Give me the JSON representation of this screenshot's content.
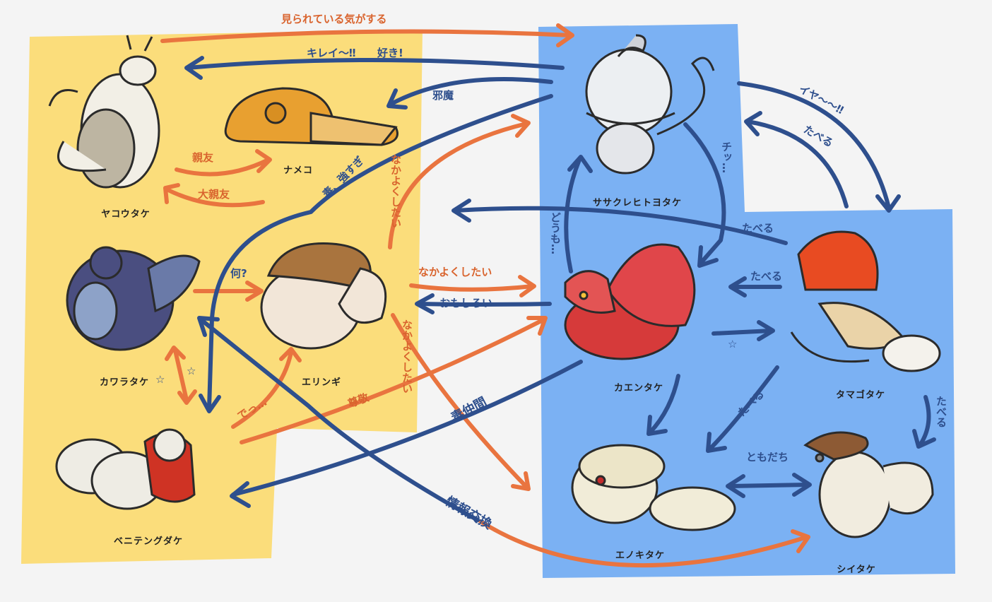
{
  "colors": {
    "zone_yellow": "#fbdd7b",
    "zone_blue": "#7bb1f3",
    "arrow_blue": "#2e4f8d",
    "arrow_orange": "#e9743f",
    "background": "#f4f4f4"
  },
  "characters": {
    "yakoutake": "ヤコウタケ",
    "nameko": "ナメコ",
    "kawaratake": "カワラタケ",
    "eringi": "エリンギ",
    "benitengudake": "ベニテングダケ",
    "sasakurehitoyotake": "ササクレヒトヨタケ",
    "kaentake": "カエンタケ",
    "tamagotake": "タマゴタケ",
    "enokitake": "エノキタケ",
    "shiitake": "シイタケ"
  },
  "relations": {
    "mirareteiru": "見られている気がする",
    "kirei": "キレイ〜‼",
    "suki": "好き!",
    "jama": "邪魔",
    "shinyu": "親友",
    "daishinyu": "大親友",
    "doku_kowasugi": "毒、強すぎ",
    "nakayoku_1": "なかよくしたい",
    "nakayoku_2": "なかよくしたい",
    "nakayoku_3": "なかよくしたい",
    "nani": "何?",
    "omoshiroi": "おもしろい",
    "sonkei": "尊敬",
    "dokunakama": "毒仲間",
    "jouhou_koukan": "情報交換",
    "iya": "イヤ〜〜‼",
    "taberu_1": "たべる",
    "taberu_2": "たべる",
    "taberu_3": "たべる",
    "taberu_4": "たべる",
    "taberu_5": "たべる",
    "tomodachi": "ともだち",
    "dousomo": "どうも…",
    "chi": "チッ…",
    "dezu": "でっ…",
    "star_1": "☆",
    "star_2": "☆",
    "star_3": "☆"
  }
}
